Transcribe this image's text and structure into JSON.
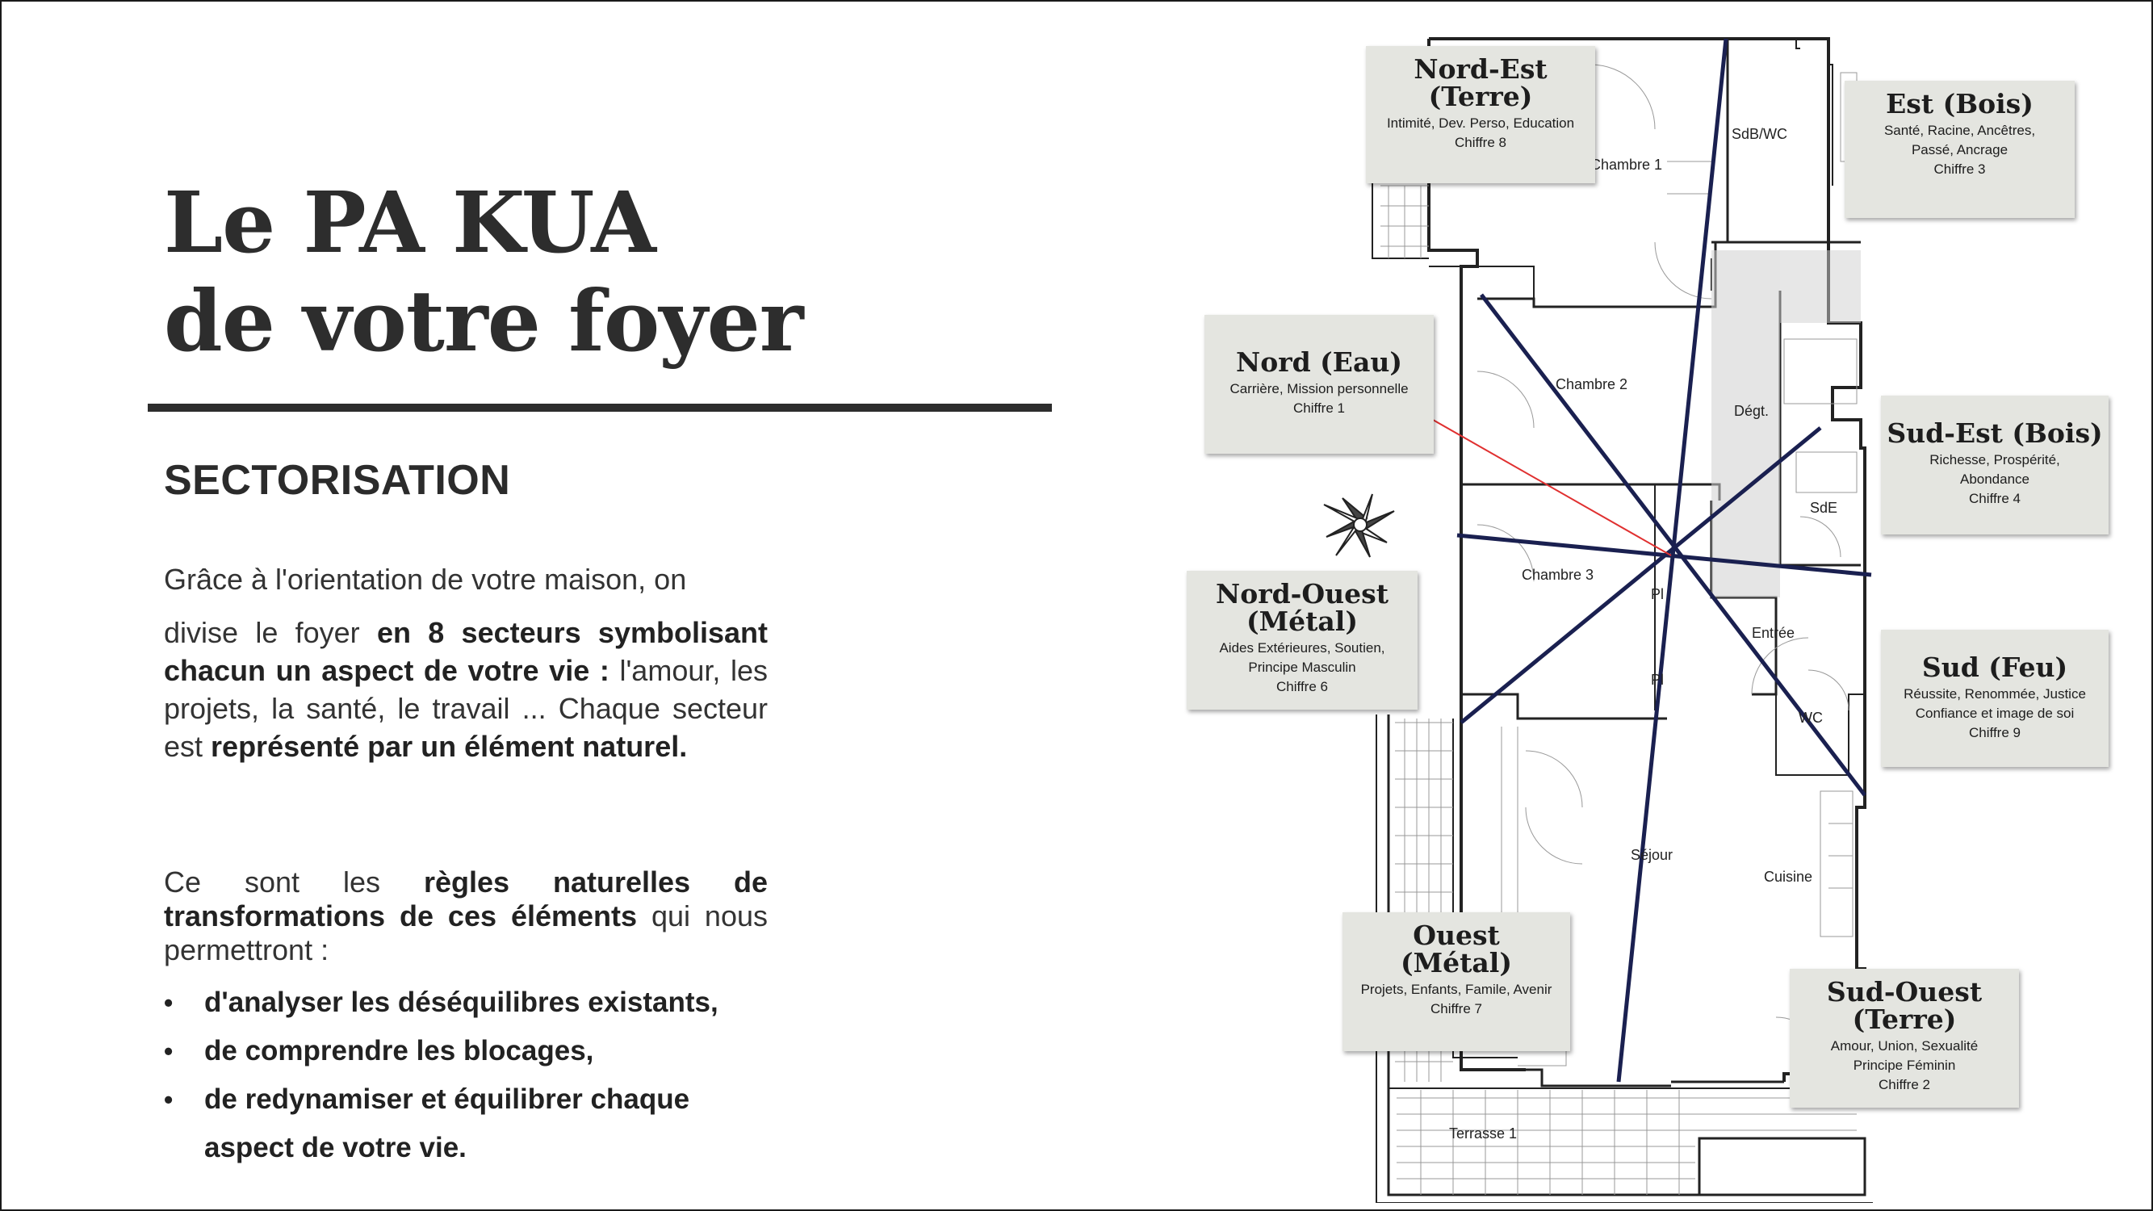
{
  "title": {
    "line1": "Le PA KUA",
    "line2": "de votre foyer"
  },
  "subtitle": "SECTORISATION",
  "intro": {
    "line1": "Grâce à l'orientation de votre maison, on",
    "t1": "divise le foyer ",
    "b1": "en 8 secteurs symbolisant chacun un aspect de votre vie :",
    "t2": " l'amour, les projets, la santé, le travail ... Chaque secteur est ",
    "b2": "représenté par un élément naturel."
  },
  "rules": {
    "t1": "Ce sont les ",
    "b1": "règles naturelles de transformations de ces éléments",
    "t2": " qui nous permettront :"
  },
  "bullet_char": "•",
  "bullets": [
    "d'analyser les déséquilibres existants,",
    "de comprendre les blocages,",
    "de redynamiser et équilibrer chaque",
    "aspect de votre vie."
  ],
  "sectors": {
    "nord_est": {
      "title1": "Nord-Est",
      "title2": "(Terre)",
      "desc1": "Intimité, Dev. Perso, Education",
      "desc2": "Chiffre 8"
    },
    "est": {
      "title1": "Est (Bois)",
      "desc1": "Santé, Racine, Ancêtres,",
      "desc2": "Passé, Ancrage",
      "desc3": "Chiffre 3"
    },
    "nord": {
      "title1": "Nord (Eau)",
      "desc1": "Carrière, Mission personnelle",
      "desc2": "Chiffre 1"
    },
    "sud_est": {
      "title1": "Sud-Est (Bois)",
      "desc1": "Richesse, Prospérité,",
      "desc2": "Abondance",
      "desc3": "Chiffre 4"
    },
    "nord_ouest": {
      "title1": "Nord-Ouest",
      "title2": "(Métal)",
      "desc1": "Aides Extérieures, Soutien,",
      "desc2": "Principe Masculin",
      "desc3": "Chiffre 6"
    },
    "sud": {
      "title1": "Sud (Feu)",
      "desc1": "Réussite, Renommée, Justice",
      "desc2": "Confiance et image de soi",
      "desc3": "Chiffre 9"
    },
    "ouest": {
      "title1": "Ouest",
      "title2": "(Métal)",
      "desc1": "Projets, Enfants, Famile, Avenir",
      "desc2": "Chiffre 7"
    },
    "sud_ouest": {
      "title1": "Sud-Ouest",
      "title2": "(Terre)",
      "desc1": "Amour, Union, Sexualité",
      "desc2": "Principe Féminin",
      "desc3": "Chiffre 2"
    }
  },
  "rooms": {
    "chambre1": "Chambre 1",
    "sdb": "SdB/WC",
    "chambre2": "Chambre 2",
    "degt": "Dégt.",
    "sde": "SdE",
    "chambre3": "Chambre 3",
    "entree": "Entrée",
    "pl1": "Pl",
    "pl2": "Pl",
    "wc": "WC",
    "sejour": "Séjour",
    "cuisine": "Cuisine",
    "terrasse": "Terrasse 1"
  },
  "colors": {
    "text": "#2b2b2b",
    "rule": "#2d2d2d",
    "box": "#e4e5e0",
    "axis": "#1a2050",
    "nord_line": "#e03030",
    "wet_rooms": "#cfcfcf"
  }
}
